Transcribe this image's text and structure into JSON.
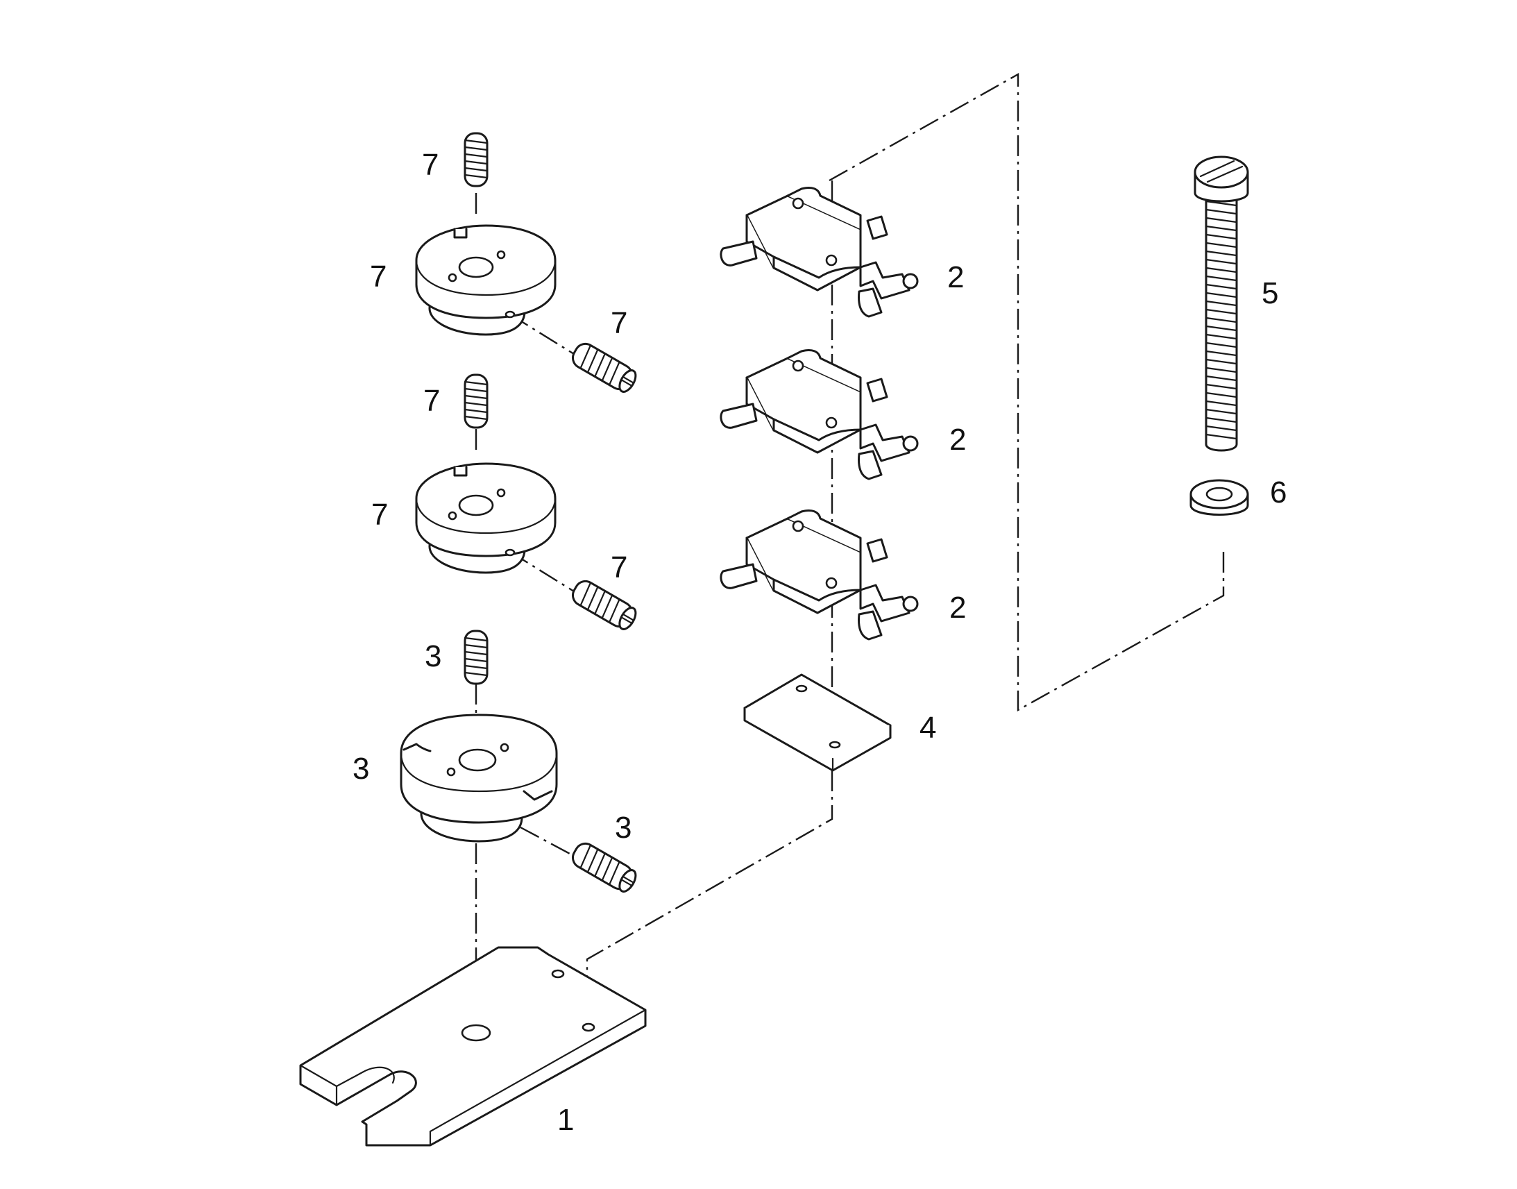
{
  "diagram": {
    "callouts": [
      {
        "id": "c1",
        "text": "1"
      },
      {
        "id": "c2a",
        "text": "2"
      },
      {
        "id": "c2b",
        "text": "2"
      },
      {
        "id": "c2c",
        "text": "2"
      },
      {
        "id": "c3a",
        "text": "3"
      },
      {
        "id": "c3b",
        "text": "3"
      },
      {
        "id": "c3c",
        "text": "3"
      },
      {
        "id": "c4",
        "text": "4"
      },
      {
        "id": "c5",
        "text": "5"
      },
      {
        "id": "c6",
        "text": "6"
      },
      {
        "id": "c7a",
        "text": "7"
      },
      {
        "id": "c7b",
        "text": "7"
      },
      {
        "id": "c7c",
        "text": "7"
      },
      {
        "id": "c7d",
        "text": "7"
      },
      {
        "id": "c7e",
        "text": "7"
      },
      {
        "id": "c7f",
        "text": "7"
      }
    ],
    "line_color": "#1a1a1a",
    "background": "#ffffff"
  }
}
